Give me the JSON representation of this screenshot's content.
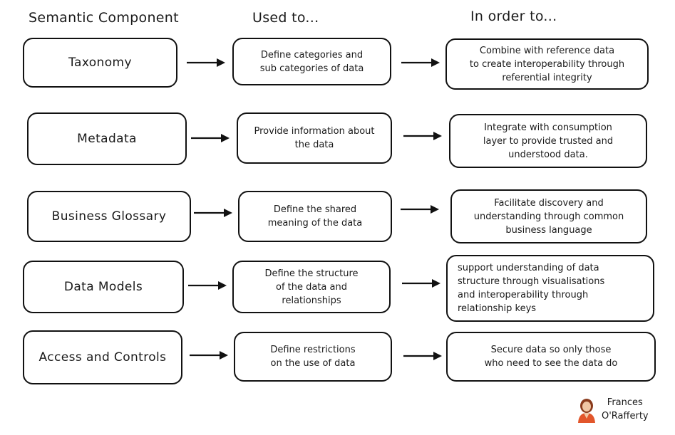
{
  "headers": {
    "component": "Semantic Component",
    "used_to": "Used to...",
    "in_order_to": "In order to..."
  },
  "rows": [
    {
      "component": "Taxonomy",
      "used_to": [
        "Define categories and",
        "sub categories of data"
      ],
      "in_order_to": [
        "Combine with reference data",
        "to create interoperability through",
        "referential integrity"
      ]
    },
    {
      "component": "Metadata",
      "used_to": [
        "Provide information about",
        "the data"
      ],
      "in_order_to": [
        "Integrate with consumption",
        "layer to provide trusted and",
        "understood data."
      ]
    },
    {
      "component": "Business Glossary",
      "used_to": [
        "Define the shared",
        "meaning of the data"
      ],
      "in_order_to": [
        "Facilitate discovery and",
        "understanding through common",
        "business language"
      ]
    },
    {
      "component": "Data Models",
      "used_to": [
        "Define the structure",
        "of the data and",
        "relationships"
      ],
      "in_order_to": [
        "support understanding of data",
        "structure through visualisations",
        "and interoperability through",
        "relationship keys"
      ]
    },
    {
      "component": "Access and Controls",
      "used_to": [
        "Define restrictions",
        "on the use of data"
      ],
      "in_order_to": [
        "Secure data so only those",
        "who need to see the data do"
      ]
    }
  ],
  "author": {
    "name_line1": "Frances",
    "name_line2": "O'Rafferty"
  }
}
